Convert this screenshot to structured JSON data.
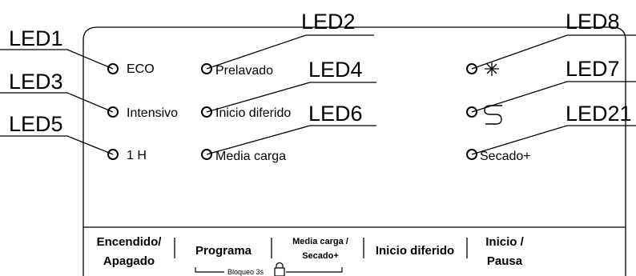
{
  "leds": [
    {
      "tag": "LED1",
      "label": "ECO"
    },
    {
      "tag": "LED3",
      "label": "Intensivo"
    },
    {
      "tag": "LED5",
      "label": "1 H"
    },
    {
      "tag": "LED2",
      "label": "Prelavado"
    },
    {
      "tag": "LED4",
      "label": "Inicio diferido"
    },
    {
      "tag": "LED6",
      "label": "Media carga"
    },
    {
      "tag": "LED8",
      "label": "",
      "icon": "sparkle-icon"
    },
    {
      "tag": "LED7",
      "label": "",
      "icon": "rinse-aid-icon"
    },
    {
      "tag": "LED21",
      "label": "Secado+"
    }
  ],
  "buttons": [
    {
      "line1": "Encendido/",
      "line2": "Apagado"
    },
    {
      "line1": "Programa",
      "line2": ""
    },
    {
      "line1": "Media carga /",
      "line2": "Secado+"
    },
    {
      "line1": "Inicio diferido",
      "line2": ""
    },
    {
      "line1": "Inicio /",
      "line2": "Pausa"
    }
  ],
  "lock": {
    "label": "Bloqueo 3s",
    "icon": "padlock-icon"
  }
}
